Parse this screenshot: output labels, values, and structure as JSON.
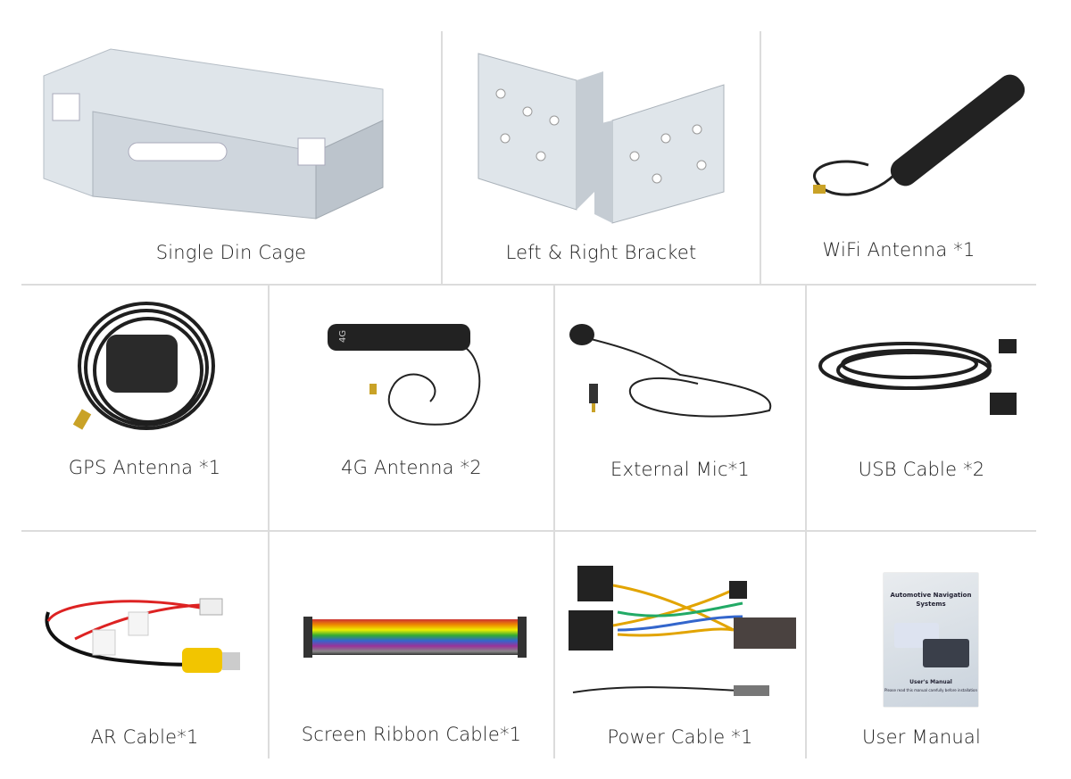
{
  "items": [
    {
      "label": "Single Din Cage"
    },
    {
      "label": "Left & Right Bracket"
    },
    {
      "label": "WiFi Antenna *1"
    },
    {
      "label": "GPS Antenna *1"
    },
    {
      "label": "4G Antenna *2"
    },
    {
      "label": "External Mic*1"
    },
    {
      "label": "USB Cable *2"
    },
    {
      "label": "AR Cable*1"
    },
    {
      "label": "Screen Ribbon Cable*1"
    },
    {
      "label": "Power Cable *1"
    },
    {
      "label": "User Manual"
    }
  ],
  "manual": {
    "title": "Automotive Navigation Systems",
    "subtitle": "User's Manual",
    "note": "Please read this manual carefully before installation"
  },
  "antenna_mark": "4G"
}
